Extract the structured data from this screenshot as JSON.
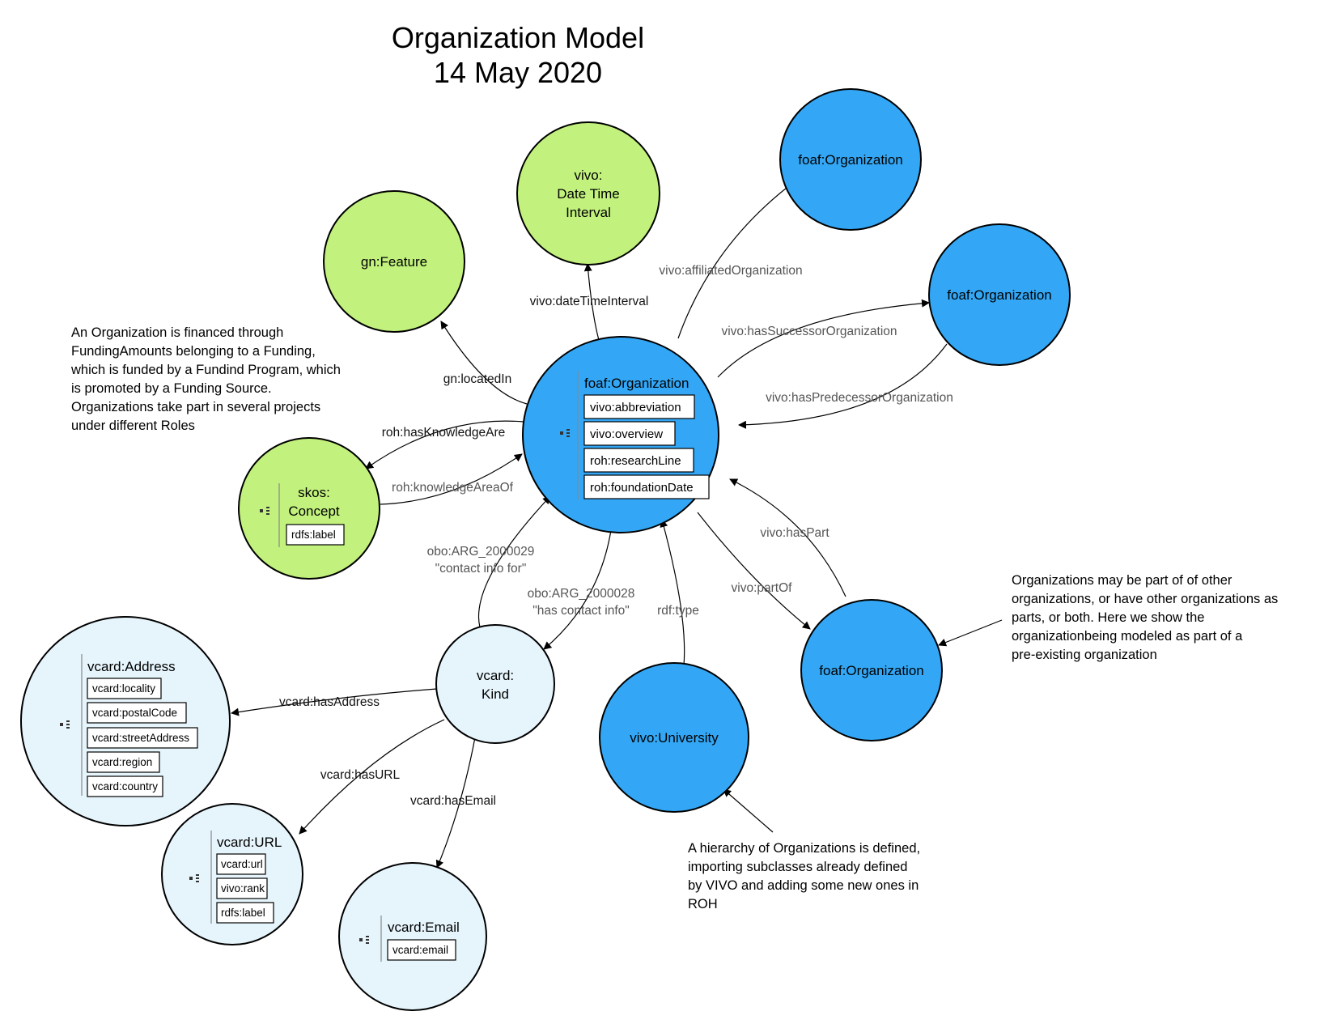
{
  "title": {
    "line1": "Organization Model",
    "line2": "14 May 2020"
  },
  "colors": {
    "organization_fill": "#33a7f5",
    "green_fill": "#c2f27d",
    "vcard_fill": "#e6f5fc",
    "stroke": "#000000",
    "edge_label": "#555555"
  },
  "nodes": {
    "main": {
      "name": "foaf:Organization",
      "properties": [
        "vivo:abbreviation",
        "vivo:overview",
        "roh:researchLine",
        "roh:foundationDate"
      ]
    },
    "date_time": {
      "line1": "vivo:",
      "line2": "Date Time",
      "line3": "Interval"
    },
    "feature": {
      "name": "gn:Feature"
    },
    "affiliated_org": {
      "name": "foaf:Organization"
    },
    "successor_org": {
      "name": "foaf:Organization"
    },
    "part_org": {
      "name": "foaf:Organization"
    },
    "concept": {
      "line1": "skos:",
      "line2": "Concept",
      "properties": [
        "rdfs:label"
      ]
    },
    "kind": {
      "line1": "vcard:",
      "line2": "Kind"
    },
    "university": {
      "name": "vivo:University"
    },
    "address": {
      "name": "vcard:Address",
      "properties": [
        "vcard:locality",
        "vcard:postalCode",
        "vcard:streetAddress",
        "vcard:region",
        "vcard:country"
      ]
    },
    "url": {
      "name": "vcard:URL",
      "properties": [
        "vcard:url",
        "vivo:rank",
        "rdfs:label"
      ]
    },
    "email": {
      "name": "vcard:Email",
      "properties": [
        "vcard:email"
      ]
    }
  },
  "edges": {
    "date_time_interval": "vivo:dateTimeInterval",
    "affiliated": "vivo:affiliatedOrganization",
    "successor": "vivo:hasSuccessorOrganization",
    "predecessor": "vivo:hasPredecessorOrganization",
    "located_in": "gn:locatedIn",
    "has_knowledge_area": "roh:hasKnowledgeAre",
    "knowledge_area_of": "roh:knowledgeAreaOf",
    "contact_info_for": {
      "line1": "obo:ARG_2000029",
      "line2": "\"contact info for\""
    },
    "has_contact_info": {
      "line1": "obo:ARG_2000028",
      "line2": "\"has contact info\""
    },
    "rdf_type": "rdf:type",
    "part_of": "vivo:partOf",
    "has_part": "vivo:hasPart",
    "has_address": "vcard:hasAddress",
    "has_url": "vcard:hasURL",
    "has_email": "vcard:hasEmail"
  },
  "notes": {
    "funding": [
      "An Organization is financed through",
      "FundingAmounts belonging to a Funding,",
      "which is funded by a Fundind Program, which",
      "is promoted by a Funding Source.",
      "Organizations take part in several projects",
      "under different Roles"
    ],
    "part_of": [
      "Organizations may be part of of other",
      "organizations, or have other organizations as",
      "parts, or both. Here we show the",
      "organizationbeing modeled as part of a",
      "pre-existing organization"
    ],
    "hierarchy": [
      "A hierarchy of Organizations is defined,",
      "importing subclasses already defined",
      "by VIVO and adding some new ones in",
      "ROH"
    ]
  }
}
